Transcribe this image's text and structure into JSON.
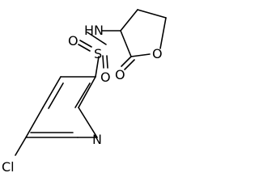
{
  "molecule": {
    "atoms": {
      "cl": "Cl",
      "n_ring": "N",
      "s": "S",
      "o_s1": "O",
      "o_s2": "O",
      "nh": "HN",
      "o_carbonyl": "O",
      "o_ring": "O"
    }
  },
  "colors": {
    "bond": "#000000",
    "label": "#000000",
    "background": "#ffffff"
  }
}
